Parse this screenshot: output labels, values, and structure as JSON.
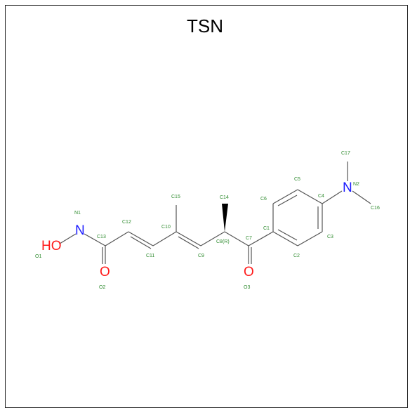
{
  "title": "TSN",
  "colors": {
    "carbon_label": "#2e8b2e",
    "nitrogen": "#1a1aff",
    "oxygen": "#ff1a1a",
    "bond": "#555555"
  },
  "heteroatoms": {
    "ho": "HO",
    "n_amide": "N",
    "o_amide": "O",
    "o_ketone": "O",
    "n_amine": "N"
  },
  "atom_labels": {
    "o1": "O1",
    "n1": "N1",
    "c13": "C13",
    "o2": "O2",
    "c12": "C12",
    "c11": "C11",
    "c10": "C10",
    "c15": "C15",
    "c9": "C9",
    "c14": "C14",
    "c8": "C8(R)",
    "c7": "C7",
    "o3": "O3",
    "c1": "C1",
    "c6": "C6",
    "c5": "C5",
    "c4": "C4",
    "c3": "C3",
    "c2": "C2",
    "n2": "N2",
    "c17": "C17",
    "c16": "C16"
  }
}
